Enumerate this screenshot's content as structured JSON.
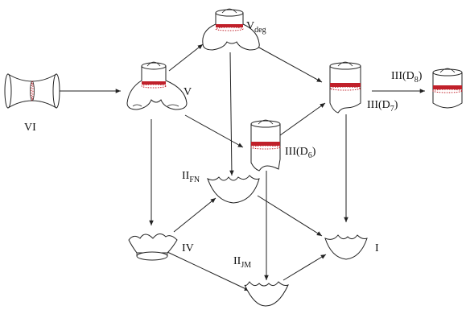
{
  "diagram": {
    "nodes": {
      "VI": {
        "label": "VI"
      },
      "V": {
        "label": "V"
      },
      "Vdeg": {
        "label": "V",
        "sub": "deg"
      },
      "IIID6": {
        "label": "III(D",
        "sub": "6",
        "end": ")"
      },
      "IIID7": {
        "label": "III(D",
        "sub": "7",
        "end": ")"
      },
      "IIID8": {
        "label": "III(D",
        "sub": "8",
        "end": ")"
      },
      "IIFN": {
        "label": "II",
        "sub": "FN"
      },
      "IV": {
        "label": "IV"
      },
      "IIJM": {
        "label": "II",
        "sub": "JM"
      },
      "I": {
        "label": "I"
      }
    },
    "edges": [
      [
        "VI",
        "V"
      ],
      [
        "V",
        "Vdeg"
      ],
      [
        "V",
        "IIID6"
      ],
      [
        "V",
        "IV"
      ],
      [
        "Vdeg",
        "IIID7"
      ],
      [
        "Vdeg",
        "IIFN"
      ],
      [
        "IIID6",
        "IIID7"
      ],
      [
        "IIID7",
        "IIID8"
      ],
      [
        "IIID6",
        "IIJM"
      ],
      [
        "IIID7",
        "I"
      ],
      [
        "IIFN",
        "I"
      ],
      [
        "IV",
        "IIFN"
      ],
      [
        "IV",
        "IIJM"
      ],
      [
        "IIJM",
        "I"
      ]
    ],
    "colors": {
      "accent": "#c0202a",
      "stroke": "#222222"
    }
  }
}
